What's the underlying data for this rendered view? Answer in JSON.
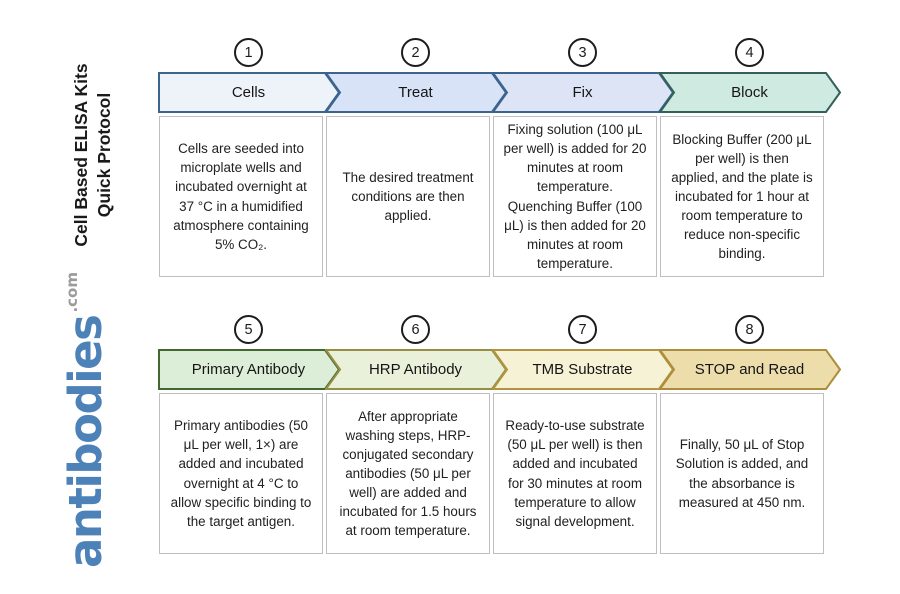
{
  "sidebar": {
    "title_line1": "Cell Based ELISA Kits",
    "title_line2": "Quick Protocol",
    "logo_text": "antibodies",
    "logo_suffix": ".com",
    "logo_color": "#4d82b8",
    "logo_suffix_color": "#9b9b9b"
  },
  "steps": [
    {
      "number": "1",
      "label": "Cells",
      "description": "Cells are seeded into microplate wells and incubated overnight at 37 °C in a humidified atmosphere containing 5% CO₂.",
      "fill": "#eef3fa",
      "stroke": "#3c648e"
    },
    {
      "number": "2",
      "label": "Treat",
      "description": "The desired treatment conditions are then applied.",
      "fill": "#d8e3f8",
      "stroke": "#3c648e"
    },
    {
      "number": "3",
      "label": "Fix",
      "description": "Fixing solution (100 μL per well) is added for 20 minutes at room temperature. Quenching Buffer (100 μL) is then added for 20 minutes at room temperature.",
      "fill": "#dde4f6",
      "stroke": "#3c648e"
    },
    {
      "number": "4",
      "label": "Block",
      "description": "Blocking Buffer (200 μL per well) is then applied, and the plate is incubated for 1 hour at room temperature to reduce non-specific binding.",
      "fill": "#cfeae1",
      "stroke": "#336059"
    },
    {
      "number": "5",
      "label": "Primary Antibody",
      "description": "Primary antibodies (50 μL per well, 1×) are added and incubated overnight at 4 °C to allow specific binding to the target antigen.",
      "fill": "#ddeed8",
      "stroke": "#43682f"
    },
    {
      "number": "6",
      "label": "HRP Antibody",
      "description": "After appropriate washing steps, HRP-conjugated secondary antibodies (50 μL per well) are added and incubated for 1.5 hours at room temperature.",
      "fill": "#eaf1da",
      "stroke": "#968f43"
    },
    {
      "number": "7",
      "label": "TMB Substrate",
      "description": "Ready-to-use substrate (50 μL per well) is then added and incubated for 30 minutes at room temperature to allow signal development.",
      "fill": "#f6f2d5",
      "stroke": "#b2943e"
    },
    {
      "number": "8",
      "label": "STOP and Read",
      "description": "Finally, 50 μL of Stop Solution is added, and the absorbance is measured at 450 nm.",
      "fill": "#edddab",
      "stroke": "#ac8d3b"
    }
  ]
}
